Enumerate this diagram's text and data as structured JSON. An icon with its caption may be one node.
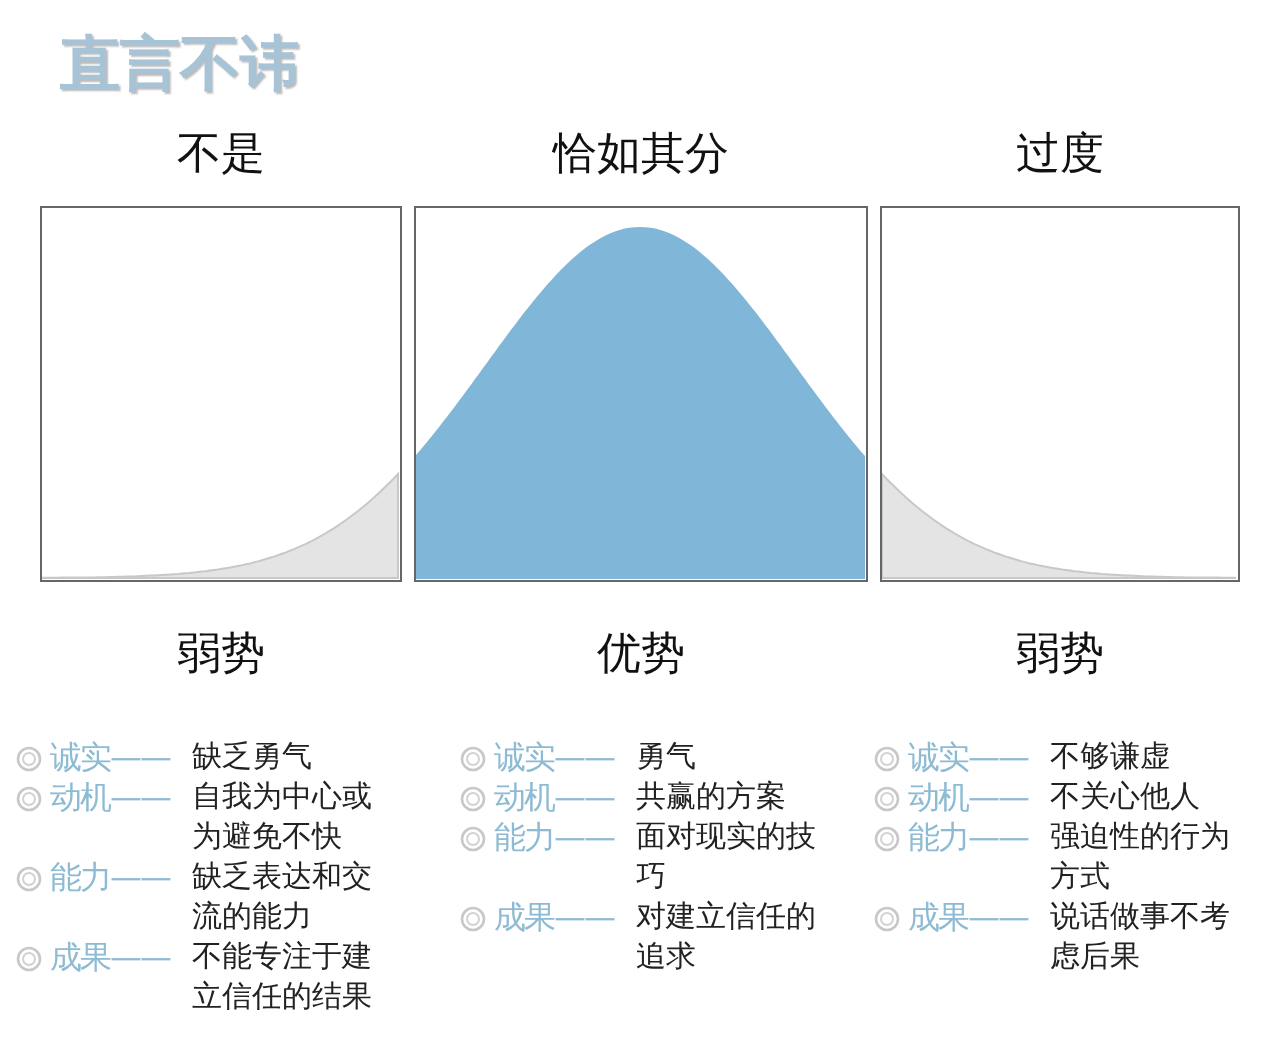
{
  "diagram": {
    "title": "直言不讳",
    "nodes": [
      {
        "text": [
          "不是"
        ],
        "beside": [
          "弱势"
        ]
      },
      {
        "text": [
          "恰如其分"
        ],
        "beside": [
          "优势"
        ]
      },
      {
        "text": [
          "过度"
        ],
        "beside": [
          "弱势"
        ]
      }
    ],
    "labels": [
      "诚实——",
      "缺乏勇气",
      "动机——",
      "自我为中心或为避免不快",
      "能力——",
      "缺乏表达和交流的能力",
      "成果——",
      "不能专注于建立信任的结果",
      "诚实——",
      "勇气",
      "动机——",
      "共赢的方案",
      "能力——",
      "面对现实的技巧",
      "成果——",
      "对建立信任的追求",
      "诚实——",
      "不够谦虚",
      "动机——",
      "不关心他人",
      "能力——",
      "强迫性的行为方式",
      "成果——",
      "说话做事不考虑后果"
    ]
  }
}
